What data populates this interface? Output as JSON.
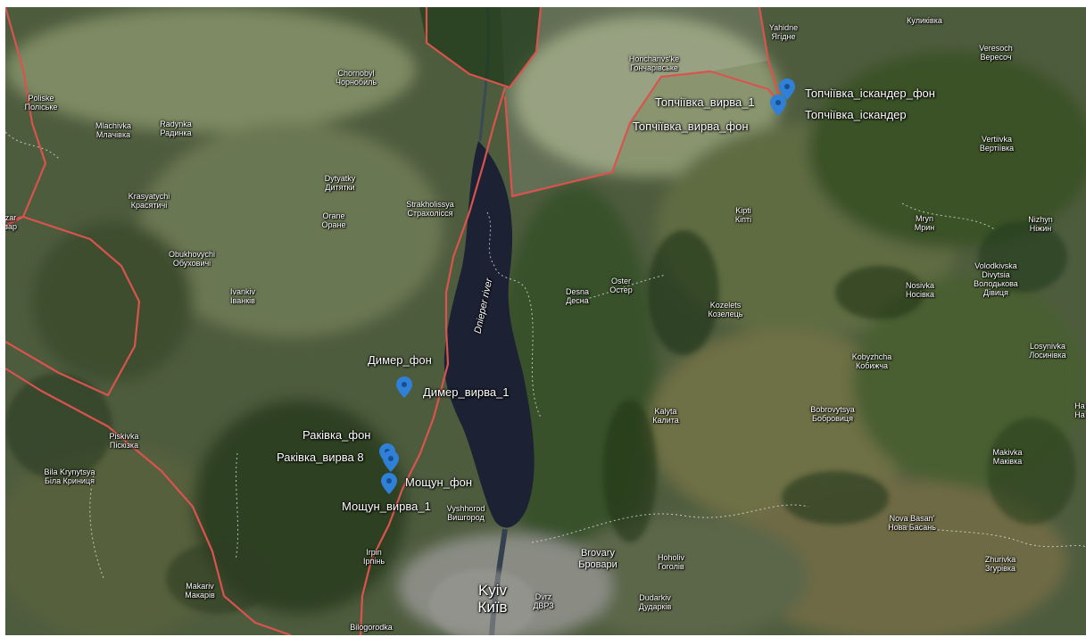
{
  "map": {
    "type": "satellite",
    "colors": {
      "border": "#d9534f",
      "marker": "#2f80d6",
      "water": "#1c2233"
    },
    "river_label": "Dnieper river",
    "places": [
      {
        "id": "chornobyl",
        "en": "Chornobyl",
        "ua": "Чорнобиль"
      },
      {
        "id": "polisske",
        "en": "Poliske",
        "ua": "Поліське"
      },
      {
        "id": "mlachivka",
        "en": "Mlachivka",
        "ua": "Млачівка"
      },
      {
        "id": "radynka",
        "en": "Radynka",
        "ua": "Радинка"
      },
      {
        "id": "krasiatychi",
        "en": "Krasyatychi",
        "ua": "Красятичі"
      },
      {
        "id": "dytiatky",
        "en": "Dytyatky",
        "ua": "Дитятки"
      },
      {
        "id": "strakholissia",
        "en": "Strakholissya",
        "ua": "Страхолісся"
      },
      {
        "id": "orane",
        "en": "Orane",
        "ua": "Оране"
      },
      {
        "id": "obukhovychi",
        "en": "Obukhovychi",
        "ua": "Обуховичі"
      },
      {
        "id": "ivankiv",
        "en": "Ivankiv",
        "ua": "Іванків"
      },
      {
        "id": "piskivka",
        "en": "Piskivka",
        "ua": "Піскізка"
      },
      {
        "id": "bila-krynytsia",
        "en": "Bila Krynytsya",
        "ua": "Біла Криниця"
      },
      {
        "id": "makariv",
        "en": "Makariv",
        "ua": "Макарів"
      },
      {
        "id": "irpin",
        "en": "Irpin",
        "ua": "Ірпінь"
      },
      {
        "id": "bilogorodka",
        "en": "Bilogorodka",
        "ua": ""
      },
      {
        "id": "vyshhorod",
        "en": "Vyshhorod",
        "ua": "Вишгород"
      },
      {
        "id": "kyiv",
        "en": "Kyiv",
        "ua": "Київ"
      },
      {
        "id": "dvrz",
        "en": "Dvrz",
        "ua": "ДВРЗ"
      },
      {
        "id": "brovary",
        "en": "Brovary",
        "ua": "Бровари"
      },
      {
        "id": "hoholiv",
        "en": "Hoholiv",
        "ua": "Гоголів"
      },
      {
        "id": "dudarkiv",
        "en": "Dudarkiv",
        "ua": "Дударків"
      },
      {
        "id": "desna",
        "en": "Desna",
        "ua": "Десна"
      },
      {
        "id": "oster",
        "en": "Oster",
        "ua": "Остер"
      },
      {
        "id": "kozelets",
        "en": "Kozelets",
        "ua": "Козелець"
      },
      {
        "id": "kipti",
        "en": "Kipti",
        "ua": "Кіпті"
      },
      {
        "id": "kalyta",
        "en": "Kalyta",
        "ua": "Калита"
      },
      {
        "id": "bobrovytsia",
        "en": "Bobrovytsya",
        "ua": "Бобровиця"
      },
      {
        "id": "nova-basan",
        "en": "Nova Basan'",
        "ua": "Нова Басань"
      },
      {
        "id": "honcharivske",
        "en": "Honcharivs'ke",
        "ua": "Гончарівське"
      },
      {
        "id": "yahidne",
        "en": "Yahidne",
        "ua": "Ягідне"
      },
      {
        "id": "kulykivka",
        "en": "",
        "ua": "Куликівка"
      },
      {
        "id": "veresoch",
        "en": "Veresoch",
        "ua": "Вересоч"
      },
      {
        "id": "vertiivka",
        "en": "Vertiivka",
        "ua": "Вертіївка"
      },
      {
        "id": "mryn",
        "en": "Mryn",
        "ua": "Мрин"
      },
      {
        "id": "nizhyn",
        "en": "Nizhyn",
        "ua": "Ніжин"
      },
      {
        "id": "nosivka",
        "en": "Nosivka",
        "ua": "Носівка"
      },
      {
        "id": "volodkivska",
        "en": "Volodkivska Divytsia",
        "ua": "Володькова Дівиця"
      },
      {
        "id": "losynivka",
        "en": "Losynivka",
        "ua": "Лосинівка"
      },
      {
        "id": "kobyzhcha",
        "en": "Kobyzhcha",
        "ua": "Кобижча"
      },
      {
        "id": "makivka",
        "en": "Makivka",
        "ua": "Маківка"
      },
      {
        "id": "zhurivka",
        "en": "Zhurivka",
        "ua": "Згурівка"
      },
      {
        "id": "edge-west",
        "en": "zar",
        "ua": "зар"
      },
      {
        "id": "edge-east",
        "en": "Ha",
        "ua": "На"
      }
    ],
    "markers": [
      {
        "id": "dymer-vyrva-1",
        "label": "Димер_вирва_1"
      },
      {
        "id": "rakivka-vyrva-8",
        "label": "Ракiвка_вирва 8"
      },
      {
        "id": "moshchun-vyrva-1",
        "label": "Мощун_вирва_1"
      },
      {
        "id": "topchiivka-vyrva-1",
        "label": "Топчiївка_вирва_1"
      },
      {
        "id": "topchiivka-iskander",
        "label": "Топчiївка_іскандер"
      },
      {
        "id": "topchiivka-iskander-fon",
        "label": "Топчiївка_іскандер_фон"
      }
    ],
    "labels": [
      {
        "id": "dymer-fon",
        "label": "Димер_фон"
      },
      {
        "id": "rakivka-fon",
        "label": "Ракiвка_фон"
      },
      {
        "id": "moshchun-fon",
        "label": "Мощун_фон"
      },
      {
        "id": "topchiivka-vyrva-fon",
        "label": "Топчiївка_вирва_фон"
      }
    ]
  }
}
